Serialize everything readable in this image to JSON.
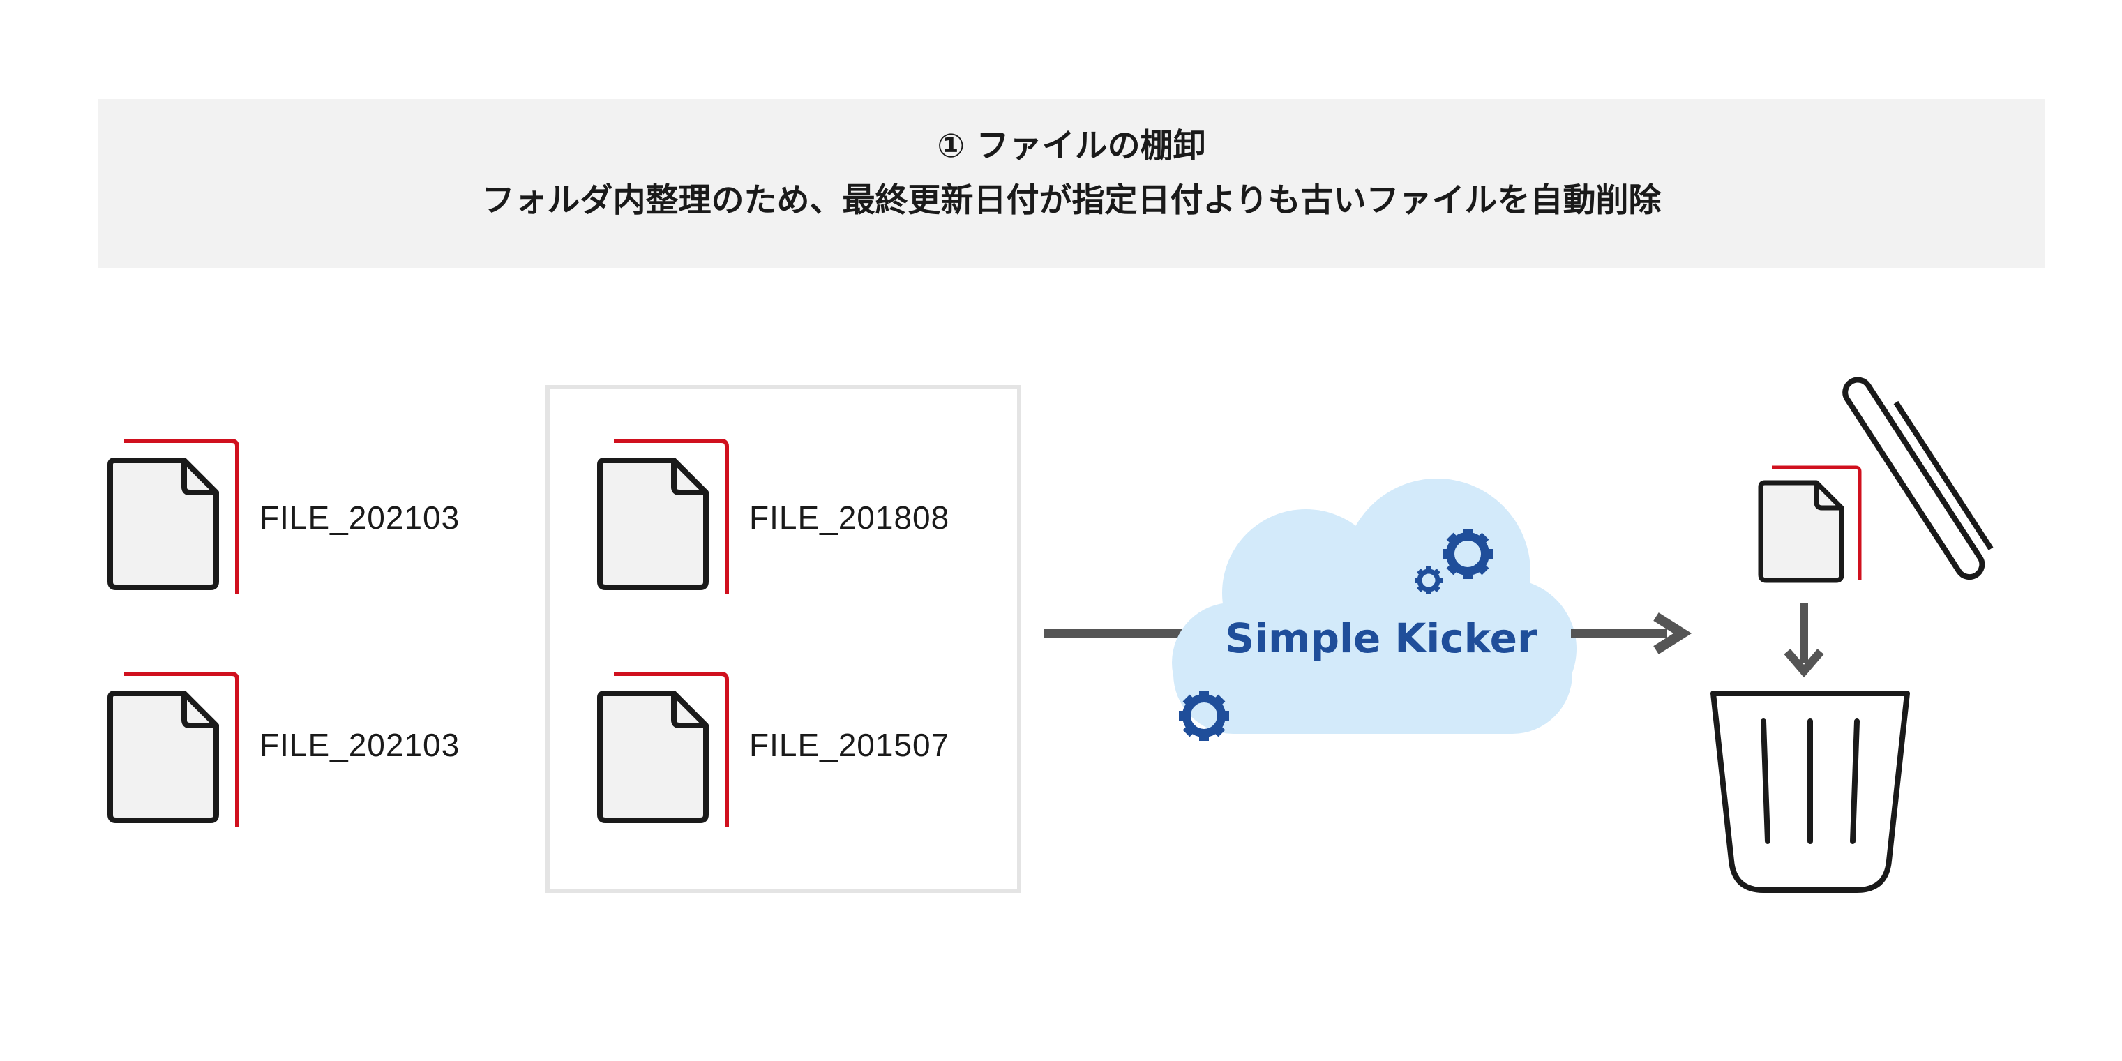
{
  "header": {
    "title": "① ファイルの棚卸",
    "subtitle": "フォルダ内整理のため、最終更新日付が指定日付よりも古いファイルを自動削除"
  },
  "files": {
    "left_top": {
      "label": "FILE_202103",
      "icon": "file-icon"
    },
    "left_bottom": {
      "label": "FILE_202103",
      "icon": "file-icon"
    },
    "boxed_top": {
      "label": "FILE_201808",
      "icon": "file-icon"
    },
    "boxed_bottom": {
      "label": "FILE_201507",
      "icon": "file-icon"
    }
  },
  "processor": {
    "label": "Simple Kicker",
    "icon": "cloud-icon",
    "gear_icon": "gear-icon"
  },
  "destination": {
    "icon": "trash-can-icon"
  },
  "colors": {
    "header_bg": "#f2f2f2",
    "file_outline": "#1a1a1a",
    "file_accent": "#d0101e",
    "cloud_fill": "#d3eafa",
    "brand_blue": "#1f4e9a",
    "arrow": "#555555",
    "box_border": "#e4e4e4"
  }
}
